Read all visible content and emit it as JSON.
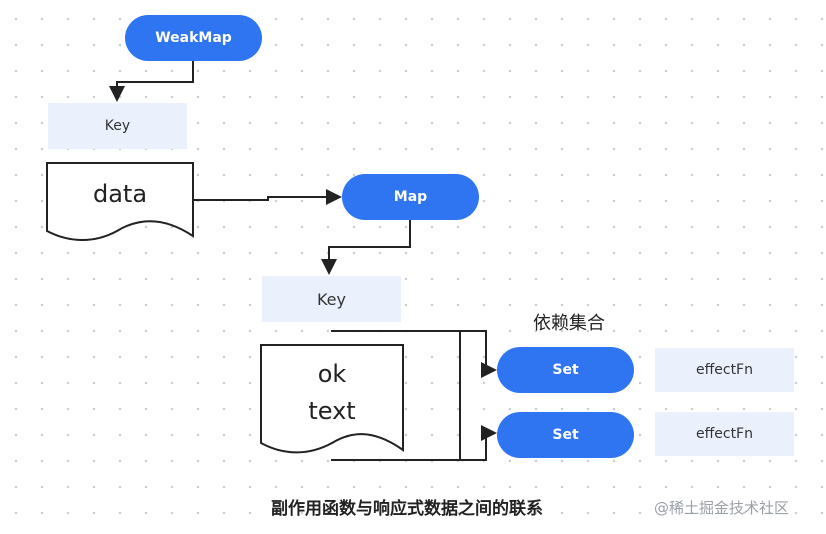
{
  "nodes": {
    "weakmap": "WeakMap",
    "key1": "Key",
    "data_doc": "data",
    "map": "Map",
    "key2": "Key",
    "ok_doc": [
      "ok",
      "text"
    ],
    "set1": "Set",
    "set2": "Set",
    "effect1": "effectFn",
    "effect2": "effectFn"
  },
  "labels": {
    "dependency_set": "依赖集合",
    "caption": "副作用函数与响应式数据之间的联系",
    "watermark": "@稀土掘金技术社区"
  },
  "colors": {
    "node_fill": "#2f74f0",
    "key_fill": "#eaf1fd",
    "line": "#222222"
  }
}
